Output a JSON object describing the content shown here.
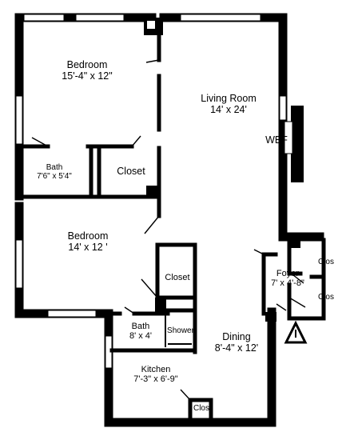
{
  "rooms": {
    "bedroom1": {
      "name": "Bedroom",
      "dims": "15'-4\" x 12\""
    },
    "living": {
      "name": "Living Room",
      "dims": "14' x 24'"
    },
    "wbf": {
      "name": "WBF"
    },
    "bath1": {
      "name": "Bath",
      "dims": "7'6\" x 5'4\""
    },
    "closet1": {
      "name": "Closet"
    },
    "bedroom2": {
      "name": "Bedroom",
      "dims": "14' x 12 '"
    },
    "closet2": {
      "name": "Closet"
    },
    "foyer": {
      "name": "Foyer",
      "dims": "7' x 4'-8\""
    },
    "clos_a": {
      "name": "Clos"
    },
    "clos_b": {
      "name": "Clos"
    },
    "bath2": {
      "name": "Bath",
      "dims": "8' x 4'"
    },
    "shower": {
      "name": "Shower"
    },
    "dining": {
      "name": "Dining",
      "dims": "8'-4\" x 12'"
    },
    "kitchen": {
      "name": "Kitchen",
      "dims": "7'-3\" x 6'-9\""
    },
    "clos_c": {
      "name": "Clos"
    }
  },
  "entrance_icon": "triangle-icon"
}
